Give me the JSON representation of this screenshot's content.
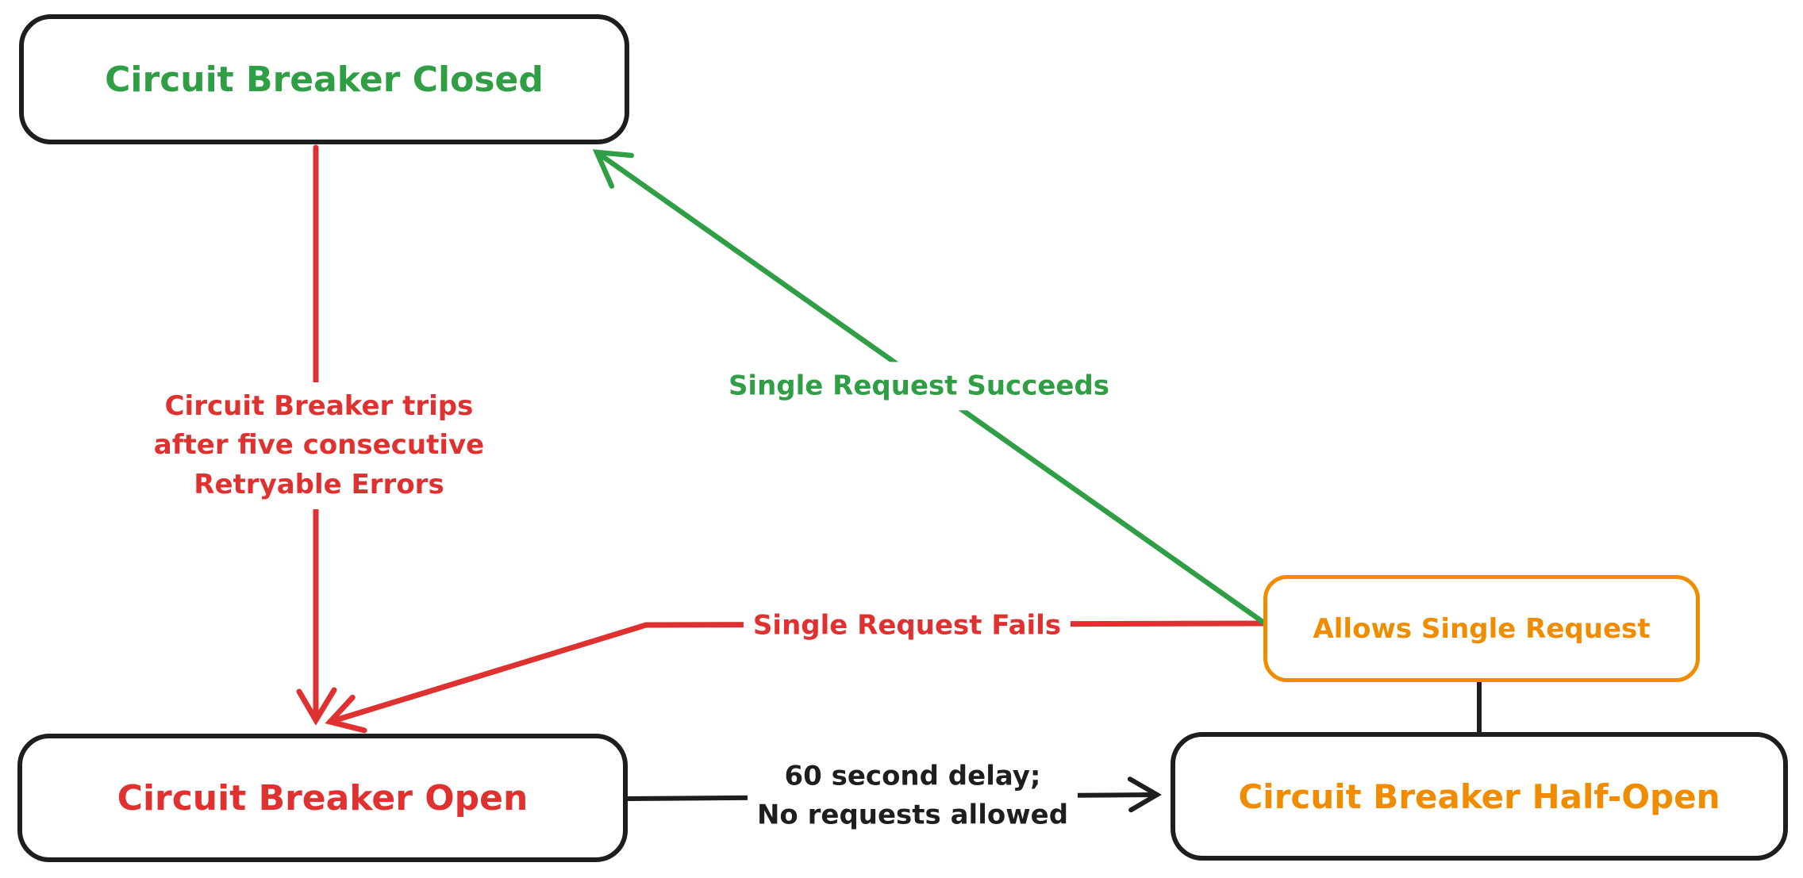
{
  "colors": {
    "green": "#2f9e44",
    "red": "#e03131",
    "orange": "#f08c00",
    "black": "#1e1e1e",
    "background": "#ffffff"
  },
  "nodes": {
    "closed": {
      "label": "Circuit Breaker Closed",
      "text_color": "#2f9e44",
      "border_color": "#1e1e1e"
    },
    "open": {
      "label": "Circuit Breaker Open",
      "text_color": "#e03131",
      "border_color": "#1e1e1e"
    },
    "half_open": {
      "label": "Circuit Breaker Half-Open",
      "text_color": "#f08c00",
      "border_color": "#1e1e1e"
    },
    "allows_single_request": {
      "label": "Allows Single Request",
      "text_color": "#f08c00",
      "border_color": "#f08c00"
    }
  },
  "edges": {
    "trips": {
      "from": "closed",
      "to": "open",
      "color": "#e03131",
      "lines": [
        "Circuit Breaker trips",
        "after five consecutive",
        "Retryable Errors"
      ]
    },
    "succeeds": {
      "from": "allows_single_request",
      "to": "closed",
      "color": "#2f9e44",
      "label": "Single Request Succeeds"
    },
    "fails": {
      "from": "allows_single_request",
      "to": "open",
      "color": "#e03131",
      "label": "Single Request Fails"
    },
    "delay": {
      "from": "open",
      "to": "half_open",
      "color": "#1e1e1e",
      "lines": [
        "60 second delay;",
        "No requests allowed"
      ]
    },
    "half_open_to_allows": {
      "from": "half_open",
      "to": "allows_single_request",
      "color": "#1e1e1e",
      "label": ""
    }
  }
}
